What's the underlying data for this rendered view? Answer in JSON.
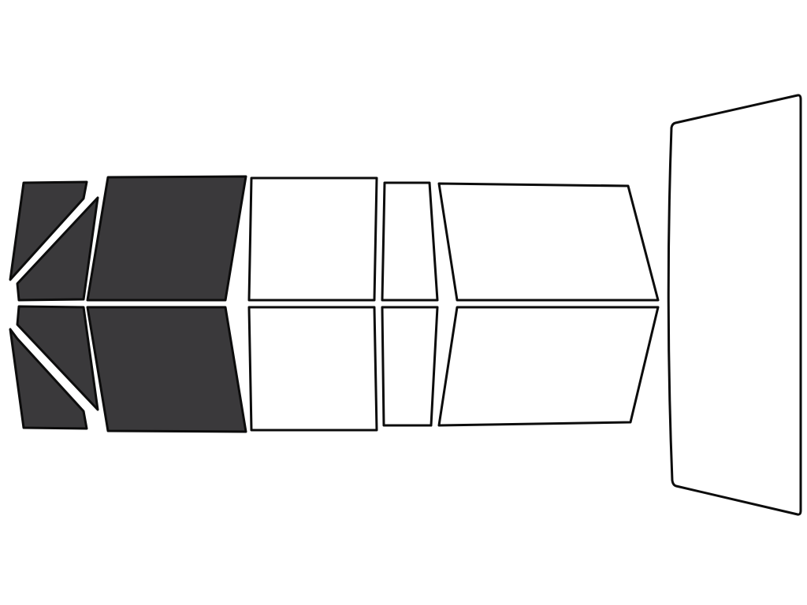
{
  "colors": {
    "tinted": "#3a393b",
    "clear": "#ffffff",
    "outline": "#0c0c0c",
    "background": "#ffffff"
  },
  "panels": [
    {
      "id": "left-upper-small",
      "tinted": true
    },
    {
      "id": "left-upper-triangle",
      "tinted": true
    },
    {
      "id": "left-upper-large",
      "tinted": true
    },
    {
      "id": "left-lower-small",
      "tinted": true
    },
    {
      "id": "left-lower-triangle",
      "tinted": true
    },
    {
      "id": "left-lower-large",
      "tinted": true
    },
    {
      "id": "middle-upper",
      "tinted": false
    },
    {
      "id": "middle-lower",
      "tinted": false
    },
    {
      "id": "narrow-upper",
      "tinted": false
    },
    {
      "id": "narrow-lower",
      "tinted": false
    },
    {
      "id": "right-upper",
      "tinted": false
    },
    {
      "id": "right-lower",
      "tinted": false
    },
    {
      "id": "windshield",
      "tinted": false
    }
  ]
}
